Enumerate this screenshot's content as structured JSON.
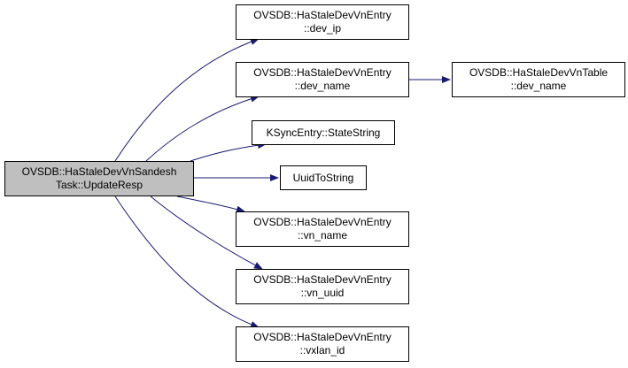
{
  "colors": {
    "edge": "#191970",
    "root_fill": "#bfbfbf",
    "node_fill": "#ffffff",
    "node_border": "#000000"
  },
  "nodes": {
    "root": {
      "line1": "OVSDB::HaStaleDevVnSandesh",
      "line2": "Task::UpdateResp"
    },
    "dev_ip": {
      "line1": "OVSDB::HaStaleDevVnEntry",
      "line2": "::dev_ip"
    },
    "dev_name": {
      "line1": "OVSDB::HaStaleDevVnEntry",
      "line2": "::dev_name"
    },
    "table_dev_name": {
      "line1": "OVSDB::HaStaleDevVnTable",
      "line2": "::dev_name"
    },
    "state_string": {
      "line1": "KSyncEntry::StateString"
    },
    "uuid_to_string": {
      "line1": "UuidToString"
    },
    "vn_name": {
      "line1": "OVSDB::HaStaleDevVnEntry",
      "line2": "::vn_name"
    },
    "vn_uuid": {
      "line1": "OVSDB::HaStaleDevVnEntry",
      "line2": "::vn_uuid"
    },
    "vxlan_id": {
      "line1": "OVSDB::HaStaleDevVnEntry",
      "line2": "::vxlan_id"
    }
  },
  "edges": [
    [
      "root",
      "dev_ip"
    ],
    [
      "root",
      "dev_name"
    ],
    [
      "root",
      "state_string"
    ],
    [
      "root",
      "uuid_to_string"
    ],
    [
      "root",
      "vn_name"
    ],
    [
      "root",
      "vn_uuid"
    ],
    [
      "root",
      "vxlan_id"
    ],
    [
      "dev_name",
      "table_dev_name"
    ]
  ]
}
